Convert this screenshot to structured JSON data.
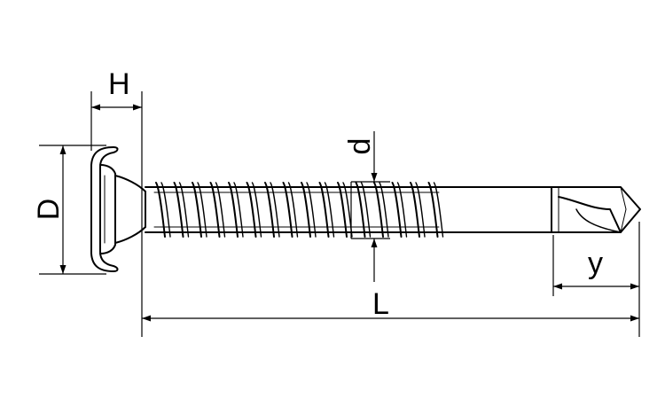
{
  "diagram": {
    "labels": {
      "H": "H",
      "D": "D",
      "d": "d",
      "L": "L",
      "y": "y"
    },
    "colors": {
      "line": "#000000",
      "background": "#ffffff"
    }
  }
}
